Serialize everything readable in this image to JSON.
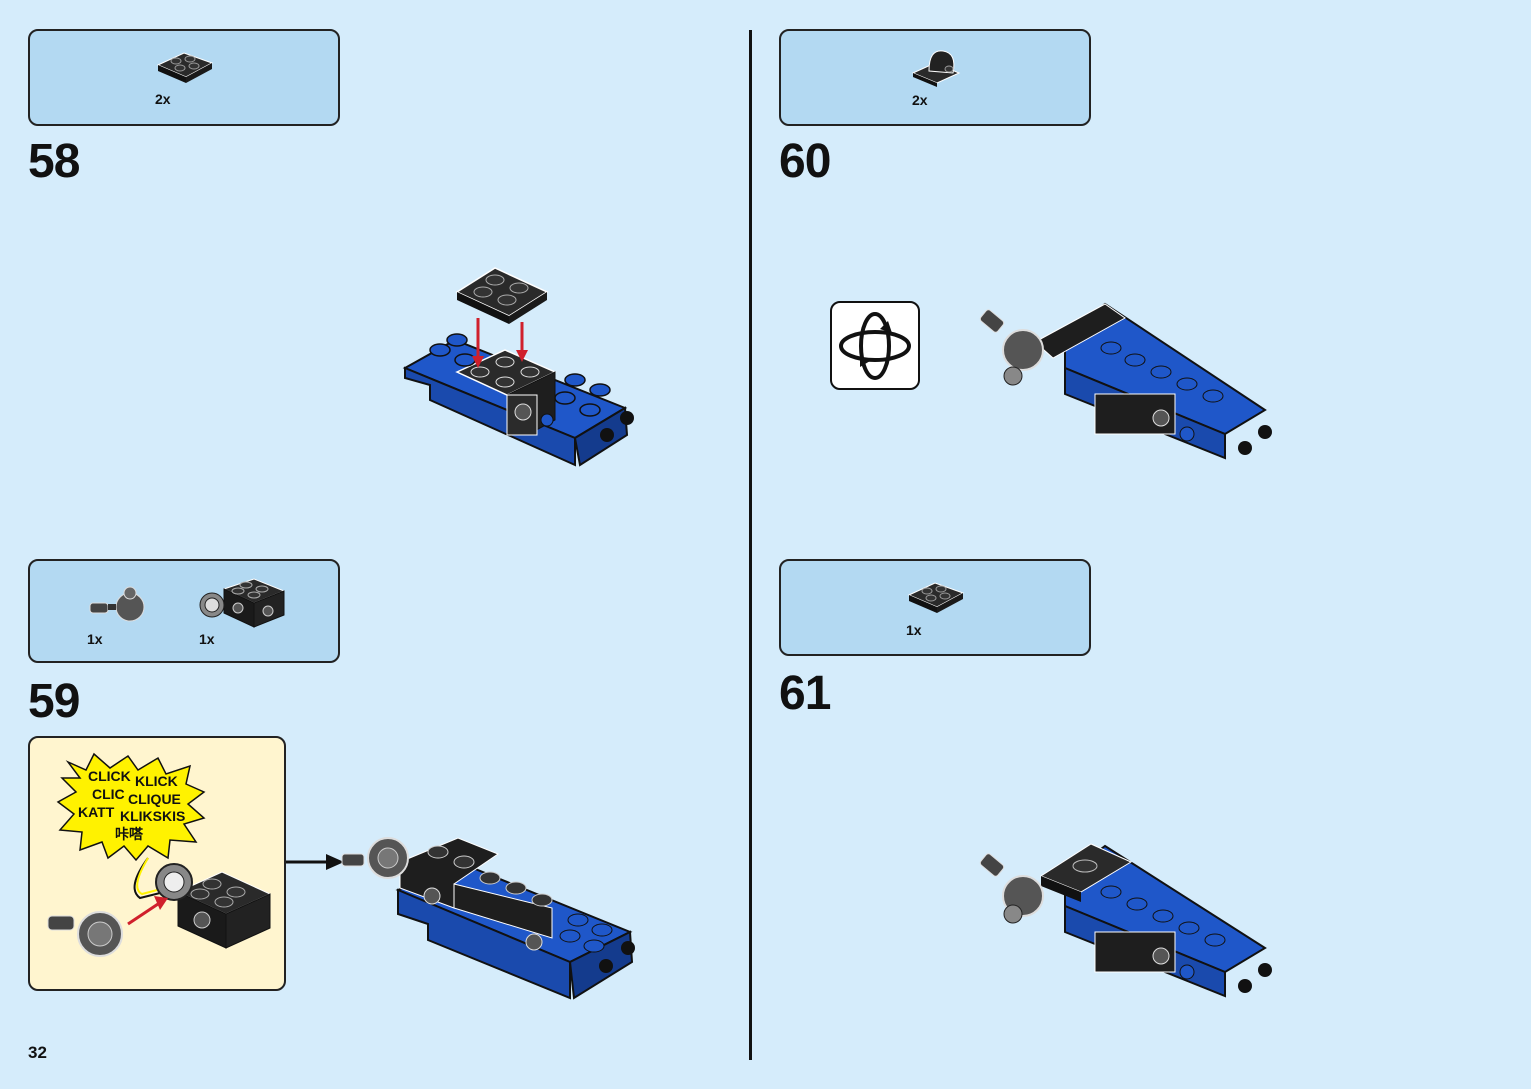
{
  "page_number": "32",
  "colors": {
    "background": "#d5ecfb",
    "parts_box": "#b3d9f2",
    "callout": "#fff5cf",
    "blue_brick": "#1f57c9",
    "black_brick": "#1e1e1e",
    "arrow": "#d0202c"
  },
  "steps": [
    {
      "number": "58",
      "parts": [
        {
          "qty": "2x",
          "icon": "black-2x2-plate-icon"
        }
      ]
    },
    {
      "number": "59",
      "parts": [
        {
          "qty": "1x",
          "icon": "gray-ball-joint-icon"
        },
        {
          "qty": "1x",
          "icon": "black-technic-brick-icon"
        }
      ],
      "callout": {
        "sound_words": [
          "CLICK",
          "KLICK",
          "CLIC",
          "CLIQUE",
          "KATT",
          "KLIKSKIS",
          "咔嗒"
        ]
      }
    },
    {
      "number": "60",
      "parts": [
        {
          "qty": "2x",
          "icon": "black-round-plate-icon"
        }
      ],
      "rotate_icon": "rotate-model-icon"
    },
    {
      "number": "61",
      "parts": [
        {
          "qty": "1x",
          "icon": "black-2x2-plate-icon"
        }
      ]
    }
  ]
}
